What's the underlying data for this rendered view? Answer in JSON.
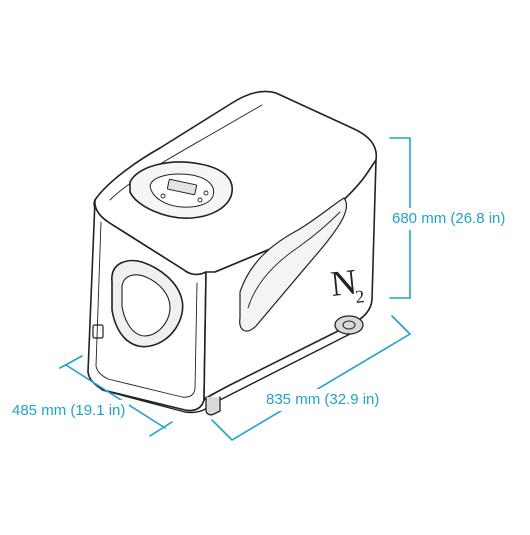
{
  "dimensions": {
    "height": "680 mm (26.8 in)",
    "depth": "485 mm (19.1 in)",
    "width": "835 mm (32.9 in)"
  },
  "brand": {
    "symbol": "N",
    "subscript": "2"
  },
  "colors": {
    "dimension": "#1fa3c9",
    "outline": "#222222",
    "body": "#ffffff",
    "shade": "#e9e9e9"
  }
}
